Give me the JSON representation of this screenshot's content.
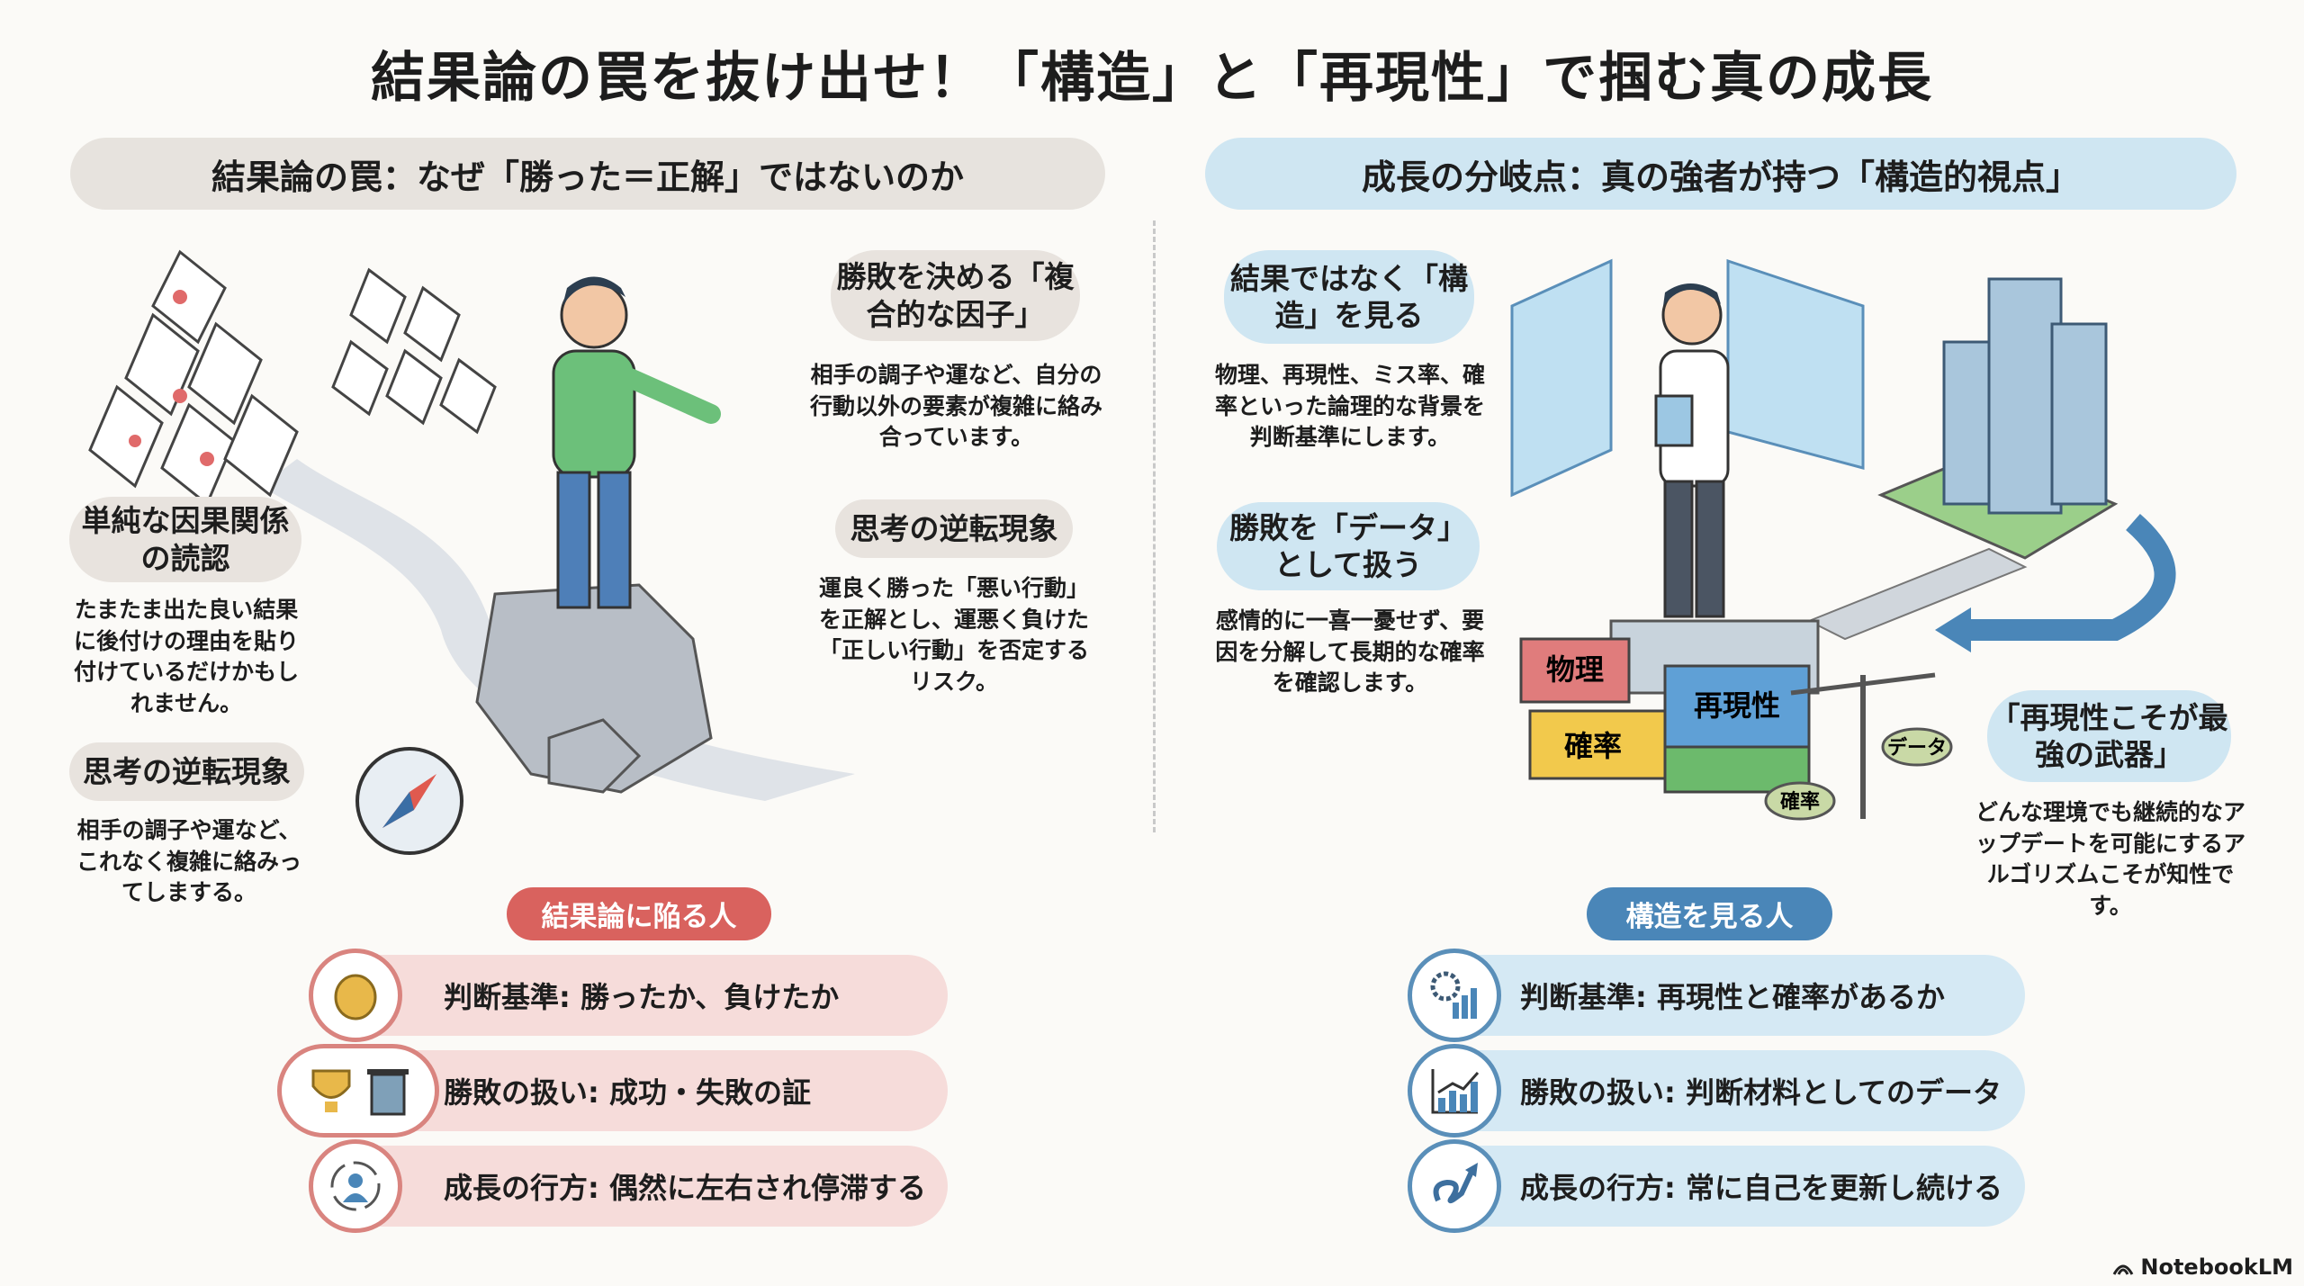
{
  "title": "結果論の罠を抜け出せ！「構造」と「再現性」で掴む真の成長",
  "left": {
    "header": "結果論の罠：なぜ「勝った＝正解」ではないのか",
    "callouts": [
      {
        "title": "単純な因果関係の読認",
        "text": "たまたま出た良い結果に後付けの理由を貼り付けているだけかもしれません。"
      },
      {
        "title": "思考の逆転現象",
        "text": "相手の調子や運など、これなく複雑に絡みってしまする。"
      },
      {
        "title": "勝敗を決める「複合的な因子」",
        "text": "相手の調子や運など、自分の行動以外の要素が複雑に絡み合っています。"
      },
      {
        "title": "思考の逆転現象",
        "text": "運良く勝った「悪い行動」を正解とし、運悪く負けた「正しい行動」を否定するリスク。"
      }
    ],
    "tag": "結果論に陥る人",
    "rows": [
      {
        "icon": "coin-icon",
        "label": "判断基準: 勝ったか、負けたか"
      },
      {
        "icon": "trophy-trash-icon",
        "label": "勝敗の扱い: 成功・失敗の証"
      },
      {
        "icon": "stagnation-cycle-icon",
        "label": "成長の行方: 偶然に左右され停滞する"
      }
    ],
    "color": "#d9625e"
  },
  "right": {
    "header": "成長の分岐点：真の強者が持つ「構造的視点」",
    "callouts": [
      {
        "title": "結果ではなく「構造」を見る",
        "text": "物理、再現性、ミス率、確率といった論理的な背景を判断基準にします。"
      },
      {
        "title": "勝敗を「データ」として扱う",
        "text": "感情的に一喜一憂せず、要因を分解して長期的な確率を確認します。"
      },
      {
        "title": "「再現性こそが最強の武器」",
        "text": "どんな理境でも継続的なアップデートを可能にするアルゴリズムこそが知性です。"
      }
    ],
    "illustration_labels": {
      "block1": "物理",
      "block2": "再現性",
      "block3": "確率",
      "pan1": "確率",
      "pan2": "データ"
    },
    "tag": "構造を見る人",
    "rows": [
      {
        "icon": "gear-chart-icon",
        "label": "判断基準: 再現性と確率があるか"
      },
      {
        "icon": "bar-chart-icon",
        "label": "勝敗の扱い: 判断材料としてのデータ"
      },
      {
        "icon": "growth-arrow-icon",
        "label": "成長の行方: 常に自己を更新し続ける"
      }
    ],
    "color": "#4a86b8"
  },
  "footer": {
    "brand": "NotebookLM"
  }
}
